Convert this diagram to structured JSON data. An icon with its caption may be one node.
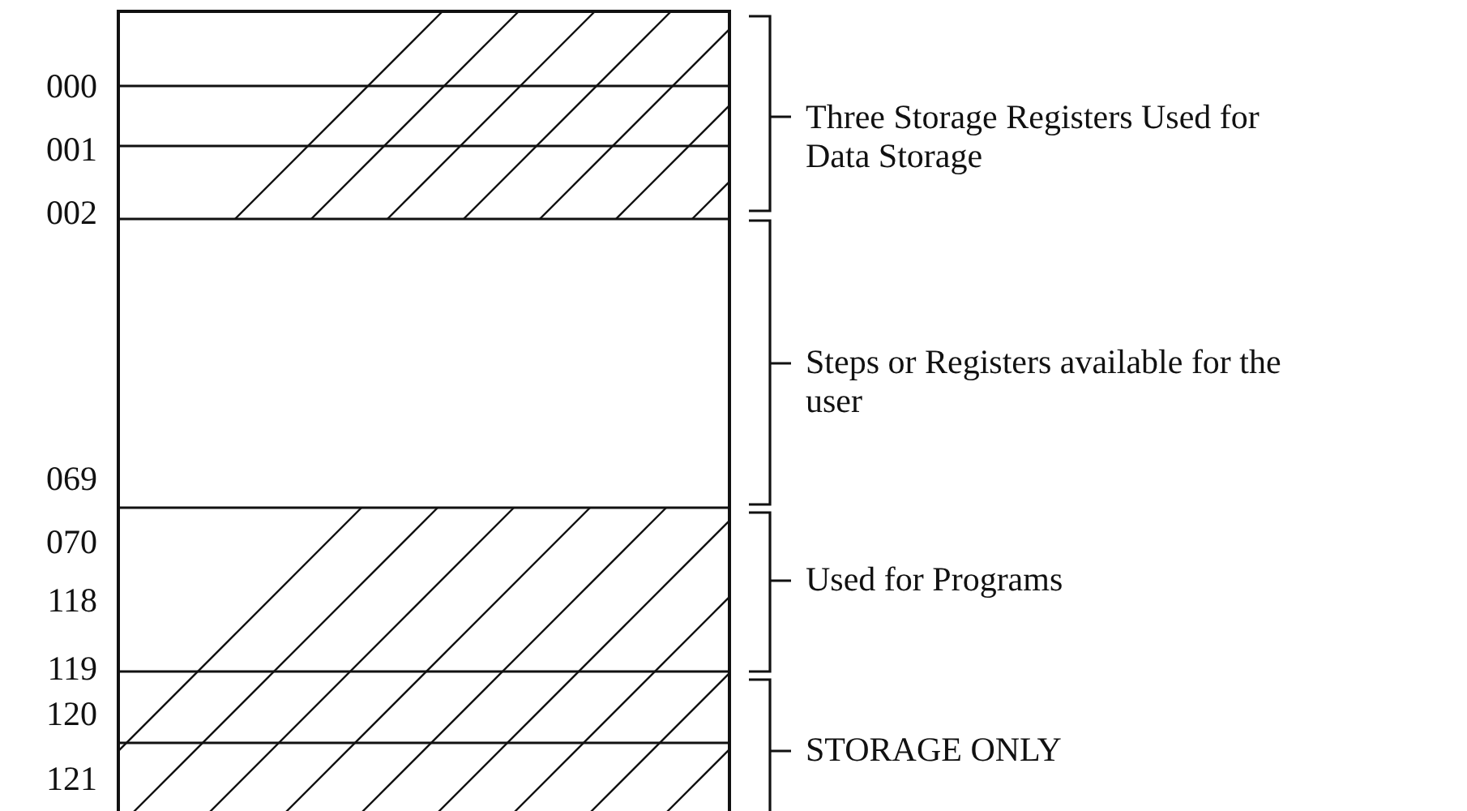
{
  "diagram": {
    "labels": [
      "000",
      "Three Storage Registers Used for Data Storage",
      "001",
      "002",
      "Steps or Registers available for the user",
      "069",
      "070",
      "Used for Programs",
      "118",
      "119",
      "120",
      "STORAGE ONLY",
      "121"
    ]
  }
}
